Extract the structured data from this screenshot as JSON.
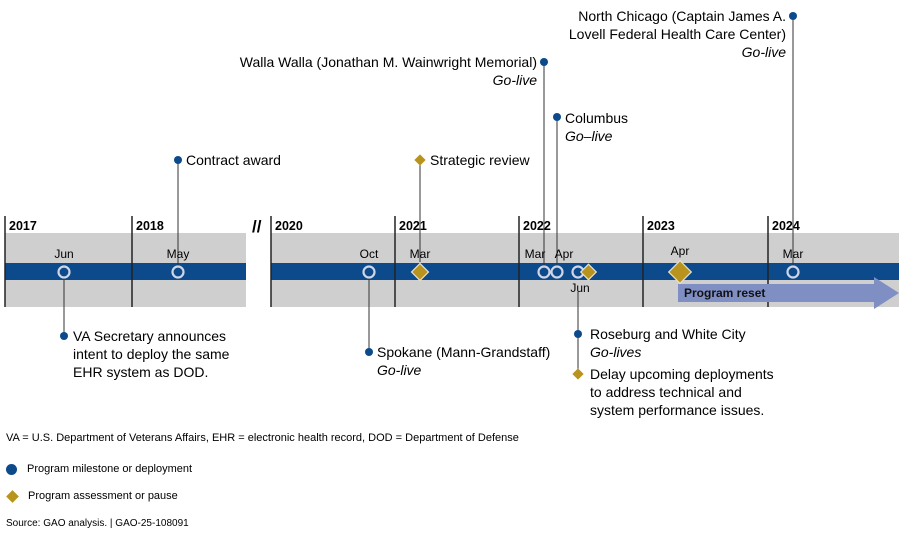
{
  "colors": {
    "milestone": "#0c4a8c",
    "assessment": "#b8941f",
    "band": "#cfcfcf",
    "bar": "#0c4a8c",
    "reset_arrow": "#7f8fc4"
  },
  "timeline": {
    "years": [
      "2017",
      "2018",
      "2020",
      "2021",
      "2022",
      "2023",
      "2024"
    ],
    "break_mark": "//",
    "months": [
      "Jun",
      "May",
      "Oct",
      "Mar",
      "Mar",
      "Apr",
      "Jun",
      "Apr",
      "Mar"
    ],
    "program_reset": "Program reset",
    "events": {
      "va_secretary": [
        "VA Secretary announces",
        "intent to deploy the same",
        "EHR system as DOD."
      ],
      "contract_award": [
        "Contract award"
      ],
      "spokane": [
        "Spokane (Mann-Grandstaff)"
      ],
      "spokane_sub": "Go-live",
      "strategic_review": [
        "Strategic review"
      ],
      "walla_walla": [
        "Walla Walla (Jonathan M. Wainwright Memorial)"
      ],
      "walla_walla_sub": "Go-live",
      "columbus": [
        "Columbus"
      ],
      "columbus_sub": "Go–live",
      "roseburg": [
        "Roseburg and White City"
      ],
      "roseburg_sub": "Go-lives",
      "delay": [
        "Delay upcoming deployments",
        "to address technical and",
        "system performance issues."
      ],
      "north_chicago": [
        "North Chicago (Captain James A.",
        "Lovell Federal Health Care Center)"
      ],
      "north_chicago_sub": "Go-live"
    }
  },
  "notes": {
    "abbreviations": "VA = U.S. Department of Veterans Affairs, EHR = electronic health record, DOD = Department of Defense",
    "source": "Source: GAO analysis.  |  GAO-25-108091"
  },
  "legend": {
    "milestone": "Program milestone or deployment",
    "assessment": "Program assessment or pause"
  }
}
